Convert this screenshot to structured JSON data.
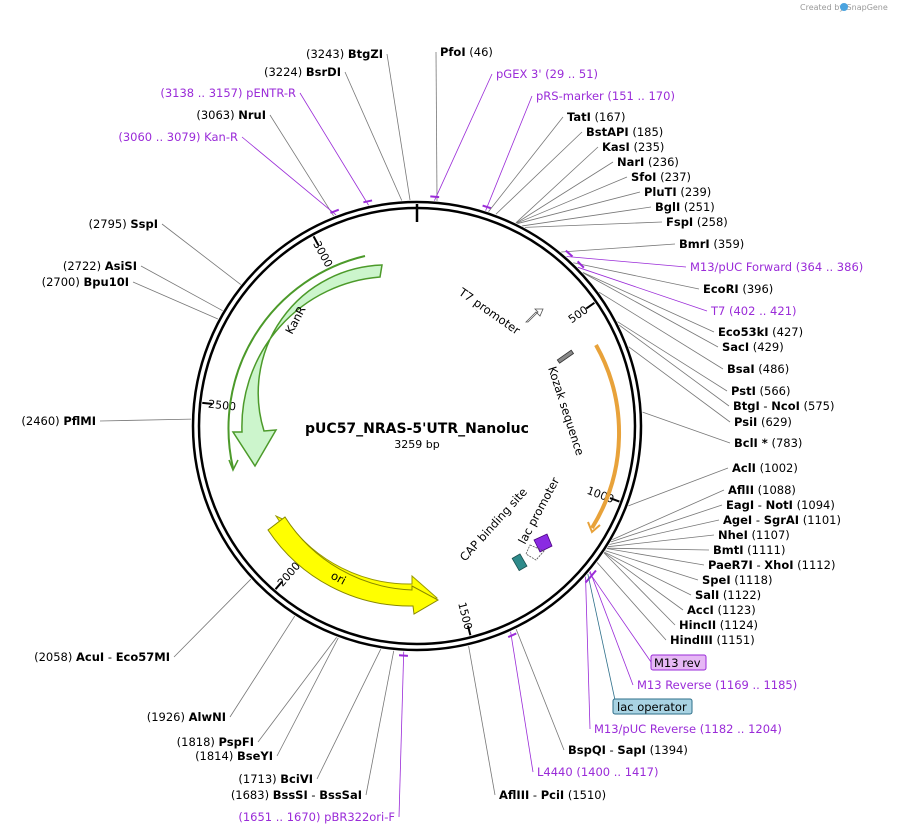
{
  "credit": "Created by SnapGene",
  "map": {
    "name": "pUC57_NRAS-5'UTR_Nanoluc",
    "size_text": "3259 bp"
  },
  "ticks": [
    "500",
    "1000",
    "1500",
    "2000",
    "2500",
    "3000"
  ],
  "right_labels": [
    {
      "parts": [
        {
          "t": "PfoI",
          "c": "enz"
        },
        {
          "t": "   (46)",
          "c": "pos"
        }
      ]
    },
    {
      "parts": [
        {
          "t": "pGEX 3'",
          "c": "prim"
        },
        {
          "t": "   (29 .. 51)",
          "c": "prim"
        }
      ]
    },
    {
      "parts": [
        {
          "t": "pRS-marker",
          "c": "prim"
        },
        {
          "t": "   (151 .. 170)",
          "c": "prim"
        }
      ]
    },
    {
      "parts": [
        {
          "t": "TatI",
          "c": "enz"
        },
        {
          "t": "   (167)",
          "c": "pos"
        }
      ]
    },
    {
      "parts": [
        {
          "t": "BstAPI",
          "c": "enz"
        },
        {
          "t": "   (185)",
          "c": "pos"
        }
      ]
    },
    {
      "parts": [
        {
          "t": "KasI",
          "c": "enz"
        },
        {
          "t": "   (235)",
          "c": "pos"
        }
      ]
    },
    {
      "parts": [
        {
          "t": "NarI",
          "c": "enz"
        },
        {
          "t": "   (236)",
          "c": "pos"
        }
      ]
    },
    {
      "parts": [
        {
          "t": "SfoI",
          "c": "enz"
        },
        {
          "t": "   (237)",
          "c": "pos"
        }
      ]
    },
    {
      "parts": [
        {
          "t": "PluTI",
          "c": "enz"
        },
        {
          "t": "   (239)",
          "c": "pos"
        }
      ]
    },
    {
      "parts": [
        {
          "t": "BglI",
          "c": "enz"
        },
        {
          "t": "   (251)",
          "c": "pos"
        }
      ]
    },
    {
      "parts": [
        {
          "t": "FspI",
          "c": "enz"
        },
        {
          "t": "   (258)",
          "c": "pos"
        }
      ]
    },
    {
      "parts": [
        {
          "t": "BmrI",
          "c": "enz"
        },
        {
          "t": "   (359)",
          "c": "pos"
        }
      ]
    },
    {
      "parts": [
        {
          "t": "M13/pUC Forward",
          "c": "prim"
        },
        {
          "t": "   (364 .. 386)",
          "c": "prim"
        }
      ]
    },
    {
      "parts": [
        {
          "t": "EcoRI",
          "c": "enz"
        },
        {
          "t": "   (396)",
          "c": "pos"
        }
      ]
    },
    {
      "parts": [
        {
          "t": "T7",
          "c": "prim"
        },
        {
          "t": "   (402 .. 421)",
          "c": "prim"
        }
      ]
    },
    {
      "parts": [
        {
          "t": "Eco53kI",
          "c": "enz"
        },
        {
          "t": "   (427)",
          "c": "pos"
        }
      ]
    },
    {
      "parts": [
        {
          "t": "SacI",
          "c": "enz"
        },
        {
          "t": "   (429)",
          "c": "pos"
        }
      ]
    },
    {
      "parts": [
        {
          "t": "BsaI",
          "c": "enz"
        },
        {
          "t": "   (486)",
          "c": "pos"
        }
      ]
    },
    {
      "parts": [
        {
          "t": "PstI",
          "c": "enz"
        },
        {
          "t": "   (566)",
          "c": "pos"
        }
      ]
    },
    {
      "parts": [
        {
          "t": "BtgI",
          "c": "enz"
        },
        {
          "t": "  -  ",
          "c": "pos"
        },
        {
          "t": "NcoI",
          "c": "enz"
        },
        {
          "t": "   (575)",
          "c": "pos"
        }
      ]
    },
    {
      "parts": [
        {
          "t": "PsiI",
          "c": "enz"
        },
        {
          "t": "   (629)",
          "c": "pos"
        }
      ]
    },
    {
      "parts": [
        {
          "t": "BclI *",
          "c": "enz"
        },
        {
          "t": "   (783)",
          "c": "pos"
        }
      ]
    },
    {
      "parts": [
        {
          "t": "AclI",
          "c": "enz"
        },
        {
          "t": "   (1002)",
          "c": "pos"
        }
      ]
    },
    {
      "parts": [
        {
          "t": "AflII",
          "c": "enz"
        },
        {
          "t": "   (1088)",
          "c": "pos"
        }
      ]
    },
    {
      "parts": [
        {
          "t": "EagI",
          "c": "enz"
        },
        {
          "t": "  -  ",
          "c": "pos"
        },
        {
          "t": "NotI",
          "c": "enz"
        },
        {
          "t": "   (1094)",
          "c": "pos"
        }
      ]
    },
    {
      "parts": [
        {
          "t": "AgeI",
          "c": "enz"
        },
        {
          "t": "  -  ",
          "c": "pos"
        },
        {
          "t": "SgrAI",
          "c": "enz"
        },
        {
          "t": "   (1101)",
          "c": "pos"
        }
      ]
    },
    {
      "parts": [
        {
          "t": "NheI",
          "c": "enz"
        },
        {
          "t": "   (1107)",
          "c": "pos"
        }
      ]
    },
    {
      "parts": [
        {
          "t": "BmtI",
          "c": "enz"
        },
        {
          "t": "   (1111)",
          "c": "pos"
        }
      ]
    },
    {
      "parts": [
        {
          "t": "PaeR7I",
          "c": "enz"
        },
        {
          "t": "  -  ",
          "c": "pos"
        },
        {
          "t": "XhoI",
          "c": "enz"
        },
        {
          "t": "   (1112)",
          "c": "pos"
        }
      ]
    },
    {
      "parts": [
        {
          "t": "SpeI",
          "c": "enz"
        },
        {
          "t": "   (1118)",
          "c": "pos"
        }
      ]
    },
    {
      "parts": [
        {
          "t": "SalI",
          "c": "enz"
        },
        {
          "t": "   (1122)",
          "c": "pos"
        }
      ]
    },
    {
      "parts": [
        {
          "t": "AccI",
          "c": "enz"
        },
        {
          "t": "   (1123)",
          "c": "pos"
        }
      ]
    },
    {
      "parts": [
        {
          "t": "HincII",
          "c": "enz"
        },
        {
          "t": "   (1124)",
          "c": "pos"
        }
      ]
    },
    {
      "parts": [
        {
          "t": "HindIII",
          "c": "enz"
        },
        {
          "t": "   (1151)",
          "c": "pos"
        }
      ]
    },
    {
      "parts": [
        {
          "t": "M13 Reverse",
          "c": "prim"
        },
        {
          "t": "   (1169 .. 1185)",
          "c": "prim"
        }
      ]
    },
    {
      "parts": [
        {
          "t": "M13/pUC Reverse",
          "c": "prim"
        },
        {
          "t": "   (1182 .. 1204)",
          "c": "prim"
        }
      ]
    },
    {
      "parts": [
        {
          "t": "BspQI",
          "c": "enz"
        },
        {
          "t": "  -  ",
          "c": "pos"
        },
        {
          "t": "SapI",
          "c": "enz"
        },
        {
          "t": "   (1394)",
          "c": "pos"
        }
      ]
    },
    {
      "parts": [
        {
          "t": "L4440",
          "c": "prim"
        },
        {
          "t": "   (1400 .. 1417)",
          "c": "prim"
        }
      ]
    },
    {
      "parts": [
        {
          "t": "AflIII",
          "c": "enz"
        },
        {
          "t": "  -  ",
          "c": "pos"
        },
        {
          "t": "PciI",
          "c": "enz"
        },
        {
          "t": "   (1510)",
          "c": "pos"
        }
      ]
    }
  ],
  "left_labels": [
    {
      "parts": [
        {
          "t": "(3243)  ",
          "c": "pos"
        },
        {
          "t": "BtgZI",
          "c": "enz"
        }
      ]
    },
    {
      "parts": [
        {
          "t": "(3224)  ",
          "c": "pos"
        },
        {
          "t": "BsrDI",
          "c": "enz"
        }
      ]
    },
    {
      "parts": [
        {
          "t": "(3138 .. 3157)  ",
          "c": "prim"
        },
        {
          "t": "pENTR-R",
          "c": "prim"
        }
      ]
    },
    {
      "parts": [
        {
          "t": "(3063)  ",
          "c": "pos"
        },
        {
          "t": "NruI",
          "c": "enz"
        }
      ]
    },
    {
      "parts": [
        {
          "t": "(3060 .. 3079)  ",
          "c": "prim"
        },
        {
          "t": "Kan-R",
          "c": "prim"
        }
      ]
    },
    {
      "parts": [
        {
          "t": "(2795)  ",
          "c": "pos"
        },
        {
          "t": "SspI",
          "c": "enz"
        }
      ]
    },
    {
      "parts": [
        {
          "t": "(2722)  ",
          "c": "pos"
        },
        {
          "t": "AsiSI",
          "c": "enz"
        }
      ]
    },
    {
      "parts": [
        {
          "t": "(2700)  ",
          "c": "pos"
        },
        {
          "t": "Bpu10I",
          "c": "enz"
        }
      ]
    },
    {
      "parts": [
        {
          "t": "(2460)  ",
          "c": "pos"
        },
        {
          "t": "PflMI",
          "c": "enz"
        }
      ]
    },
    {
      "parts": [
        {
          "t": "(2058)  ",
          "c": "pos"
        },
        {
          "t": "AcuI",
          "c": "enz"
        },
        {
          "t": "  -  ",
          "c": "pos"
        },
        {
          "t": "Eco57MI",
          "c": "enz"
        }
      ]
    },
    {
      "parts": [
        {
          "t": "(1926)  ",
          "c": "pos"
        },
        {
          "t": "AlwNI",
          "c": "enz"
        }
      ]
    },
    {
      "parts": [
        {
          "t": "(1818)  ",
          "c": "pos"
        },
        {
          "t": "PspFI",
          "c": "enz"
        }
      ]
    },
    {
      "parts": [
        {
          "t": "(1814)  ",
          "c": "pos"
        },
        {
          "t": "BseYI",
          "c": "enz"
        }
      ]
    },
    {
      "parts": [
        {
          "t": "(1713)  ",
          "c": "pos"
        },
        {
          "t": "BciVI",
          "c": "enz"
        }
      ]
    },
    {
      "parts": [
        {
          "t": "(1683)  ",
          "c": "pos"
        },
        {
          "t": "BssSI",
          "c": "enz"
        },
        {
          "t": "  -  ",
          "c": "pos"
        },
        {
          "t": "BssSaI",
          "c": "enz"
        }
      ]
    },
    {
      "parts": [
        {
          "t": "(1651 .. 1670)  ",
          "c": "prim"
        },
        {
          "t": "pBR322ori-F",
          "c": "prim"
        }
      ]
    }
  ],
  "boxed_labels": [
    "M13 rev",
    "lac operator"
  ],
  "features": {
    "kanr": "KanR",
    "ori": "ori",
    "t7": "T7 promoter",
    "kozak": "Kozak sequence",
    "lac": "lac promoter",
    "cap": "CAP binding site"
  },
  "colors": {
    "primer": "#9a2bd8",
    "kanr_fill": "#ccf5cc",
    "kanr_stroke": "#4c9a2a",
    "ori_fill": "#ffff00",
    "orf": "#e8a23a",
    "lac": "#8a2be2",
    "cap": "#2e8b8b",
    "m13rev_box": "#e6b8f5",
    "lacop_box": "#a9d3e3"
  }
}
